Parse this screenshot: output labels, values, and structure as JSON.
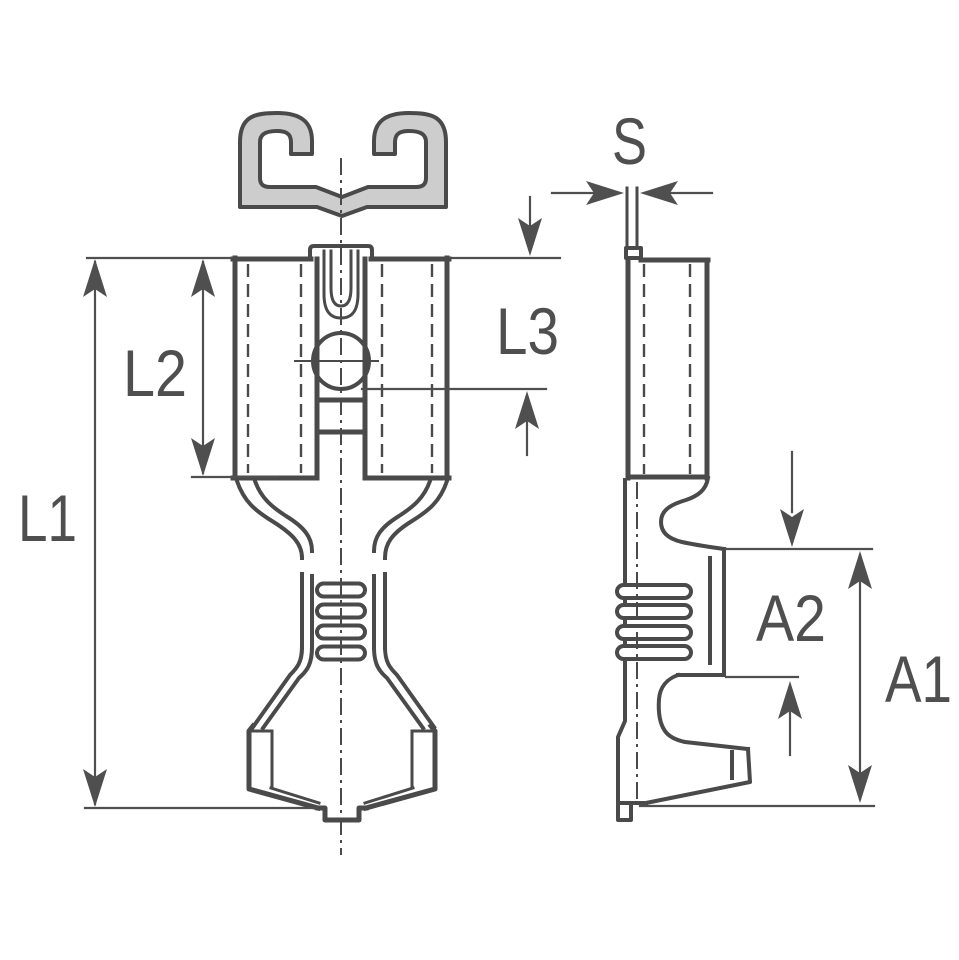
{
  "drawing": {
    "description": "Dimensional line drawing of a female flat-blade crimp terminal: rolled cross-section (top), front view (left) and side view (right)",
    "colors": {
      "outline": "#4a4a4a",
      "dimension": "#4f4f4f",
      "section_fill": "#cdcdcd",
      "background": "#ffffff"
    },
    "labels": {
      "l1": "L1",
      "l2": "L2",
      "l3": "L3",
      "s": "S",
      "a1": "A1",
      "a2": "A2"
    }
  }
}
